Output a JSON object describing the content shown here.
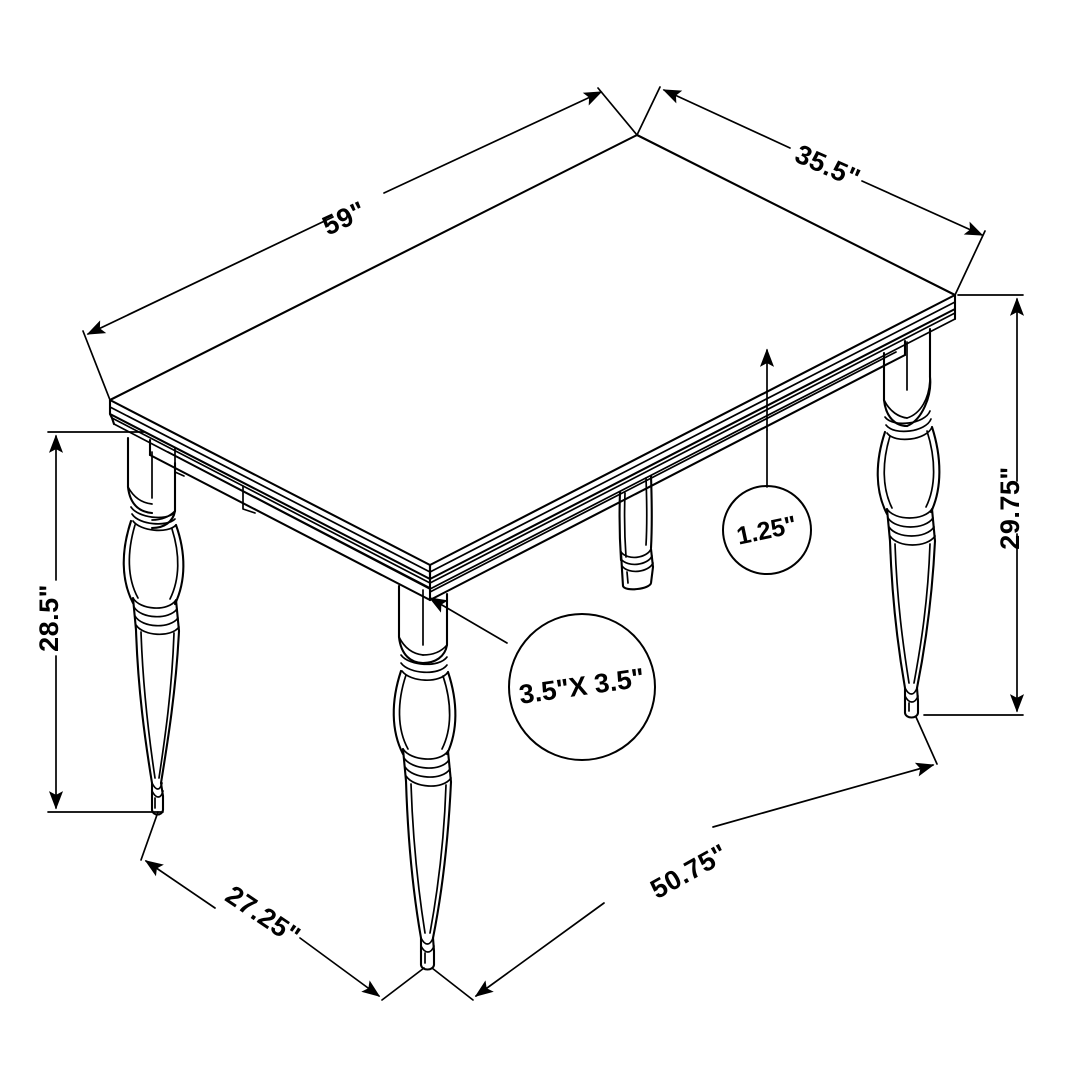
{
  "drawing": {
    "title": "Rectangular Dining Table Dimension Drawing",
    "subject": "dining-table",
    "projection": "isometric",
    "background_color": "#ffffff",
    "line_color": "#000000",
    "unit": "inches",
    "unit_symbol": "\""
  },
  "dimensions": {
    "top_length": {
      "label": "59\"",
      "value": 59,
      "describes": "table top length",
      "position": "top-left"
    },
    "top_width": {
      "label": "35.5\"",
      "value": 35.5,
      "describes": "table top width",
      "position": "top-right"
    },
    "height_right": {
      "label": "29.75\"",
      "value": 29.75,
      "describes": "overall table height",
      "position": "right"
    },
    "height_left": {
      "label": "28.5\"",
      "value": 28.5,
      "describes": "height to underside of table top",
      "position": "left"
    },
    "base_width": {
      "label": "27.25\"",
      "value": 27.25,
      "describes": "leg-to-leg base width",
      "position": "bottom-left"
    },
    "base_length": {
      "label": "50.75\"",
      "value": 50.75,
      "describes": "leg-to-leg base length",
      "position": "bottom-right"
    }
  },
  "callouts": {
    "top_thickness": {
      "label": "1.25\"",
      "value": 1.25,
      "describes": "table top thickness",
      "shape": "circle"
    },
    "leg_section": {
      "label": "3.5\"X 3.5\"",
      "value": "3.5 x 3.5",
      "describes": "leg cross section",
      "shape": "circle"
    }
  },
  "parts": {
    "table_top": "table-top",
    "apron": "apron",
    "leg_front_left": "leg-front-left",
    "leg_front_center": "leg-front-center",
    "leg_rear_right": "leg-rear-right",
    "leg_rear_center": "leg-rear-center"
  }
}
